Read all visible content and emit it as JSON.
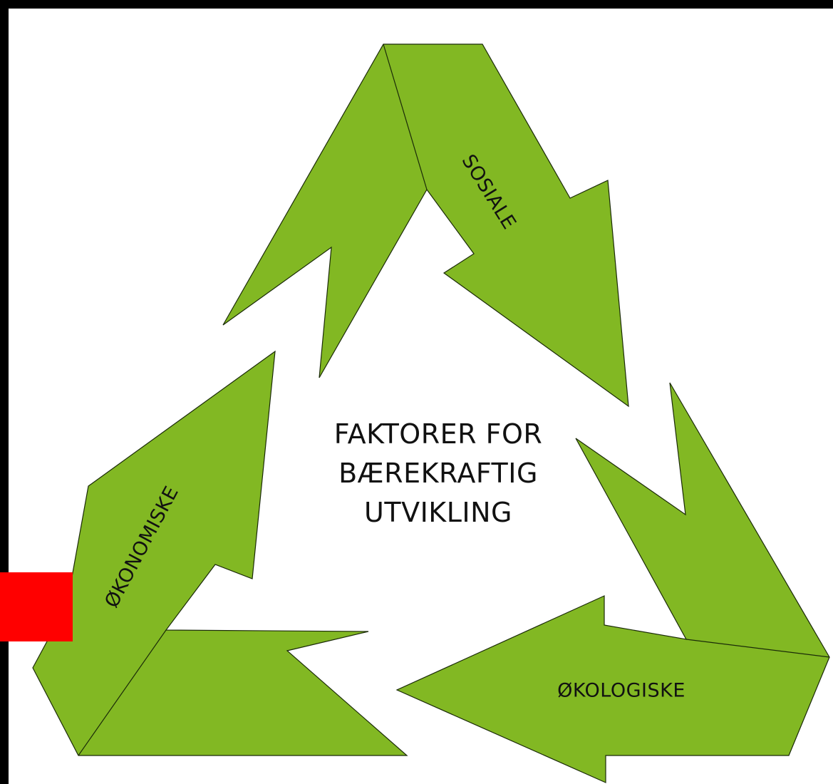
{
  "diagram": {
    "center_title": {
      "line1": "FAKTORER FOR",
      "line2": "BÆREKRAFTIG",
      "line3": "UTVIKLING"
    },
    "arrows": [
      {
        "label": "SOSIALE"
      },
      {
        "label": "ØKOLOGISKE"
      },
      {
        "label": "ØKONOMISKE"
      }
    ]
  },
  "colors": {
    "frame": "#000000",
    "page": "#ffffff",
    "arrow_fill": "#82b823",
    "outline": "#1a2a08",
    "text": "#111111",
    "marker": "#ff0000"
  }
}
